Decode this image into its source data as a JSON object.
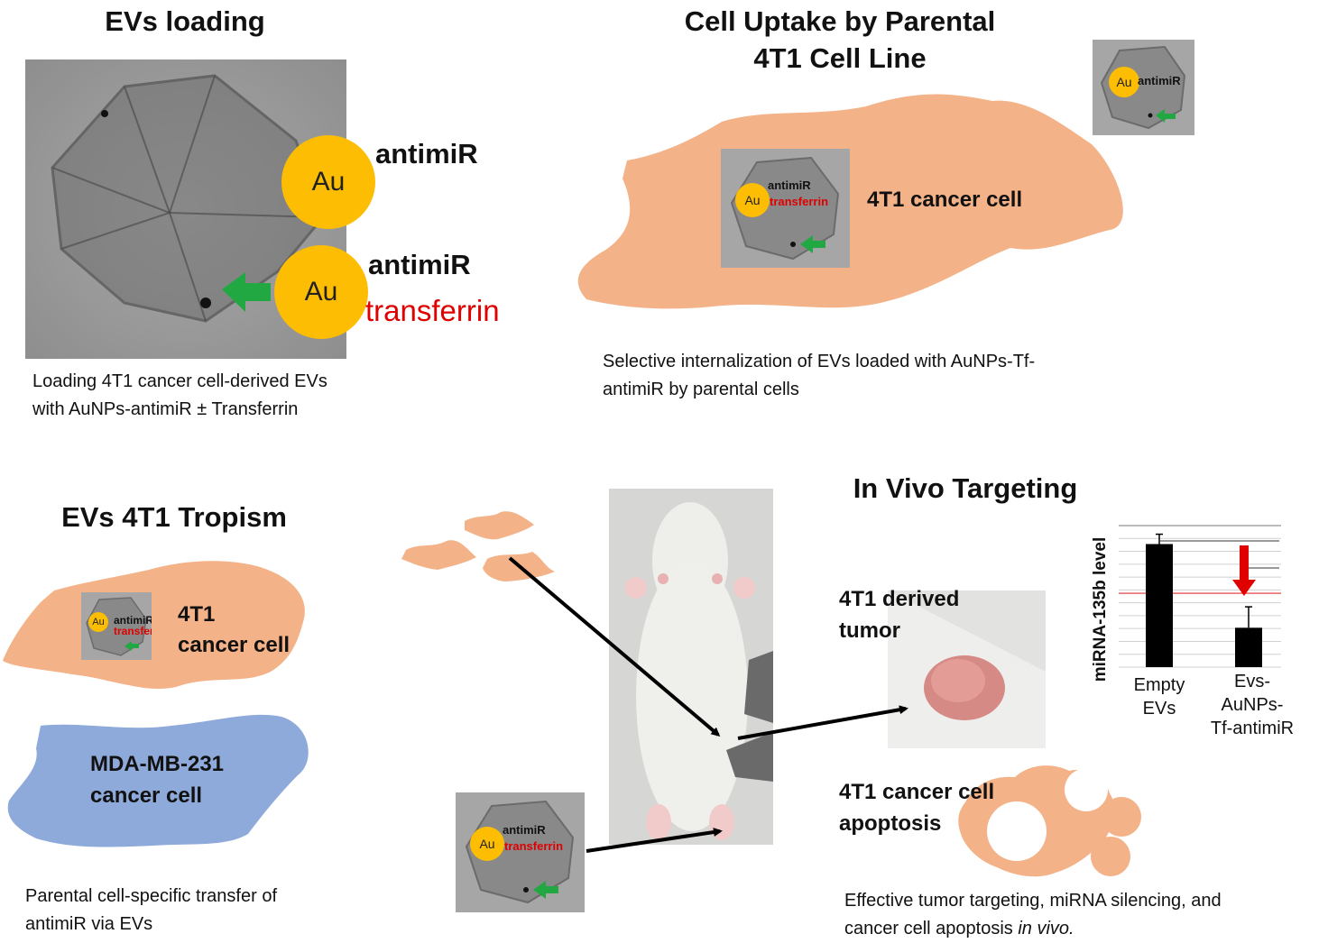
{
  "colors": {
    "cell_4t1": "#f3b287",
    "cell_mda": "#8eaadb",
    "gold": "#fdbd03",
    "green_arrow": "#22a843",
    "red_text": "#e00000",
    "bar": "#000000"
  },
  "panel_loading": {
    "title": "EVs loading",
    "au1": "Au",
    "au1_label": "antimiR",
    "au2": "Au",
    "au2_label1": "antimiR",
    "au2_label2": "transferrin",
    "caption": [
      "Loading 4T1 cancer cell-derived EVs",
      "with AuNPs-antimiR ± Transferrin"
    ]
  },
  "panel_uptake": {
    "title": [
      "Cell Uptake by Parental",
      "4T1 Cell Line"
    ],
    "small_au": "Au",
    "small_label": "antimiR",
    "inner_au": "Au",
    "inner_label1": "antimiR",
    "inner_label2": "transferrin",
    "cell_label": "4T1 cancer cell",
    "caption": [
      "Selective internalization of EVs loaded with AuNPs-Tf-",
      "antimiR by parental cells"
    ]
  },
  "panel_tropism": {
    "title": "EVs 4T1 Tropism",
    "inner_au": "Au",
    "inner_label1": "antimiR",
    "inner_label2": "transferrin",
    "cell_label": [
      "4T1",
      "cancer cell"
    ],
    "mda_label": [
      "MDA-MB-231",
      "cancer cell"
    ],
    "caption": [
      "Parental cell-specific transfer of",
      "antimiR via EVs"
    ]
  },
  "panel_invivo": {
    "title": "In Vivo Targeting",
    "injection_au": "Au",
    "injection_label1": "antimiR",
    "injection_label2": "transferrin",
    "tumor_label": [
      "4T1 derived",
      "tumor"
    ],
    "apoptosis_label": [
      "4T1 cancer cell",
      "apoptosis"
    ],
    "caption_line1": "Effective tumor targeting, miRNA silencing, and",
    "caption_line2_prefix": "cancer cell apoptosis ",
    "caption_line2_italic": "in vivo."
  },
  "chart_data": {
    "type": "bar",
    "ylabel": "miRNA-135b level",
    "categories": [
      "Empty EVs",
      "Evs-AuNPs-Tf-antimiR"
    ],
    "category_lines": [
      [
        "Empty",
        "EVs"
      ],
      [
        "Evs-AuNPs-",
        "Tf-antimiR"
      ]
    ],
    "values": [
      1.0,
      0.32
    ],
    "errors": [
      0.08,
      0.17
    ],
    "ylim": [
      0,
      1.15
    ],
    "grid": true,
    "annotation": "red downward arrow over treated bar"
  }
}
